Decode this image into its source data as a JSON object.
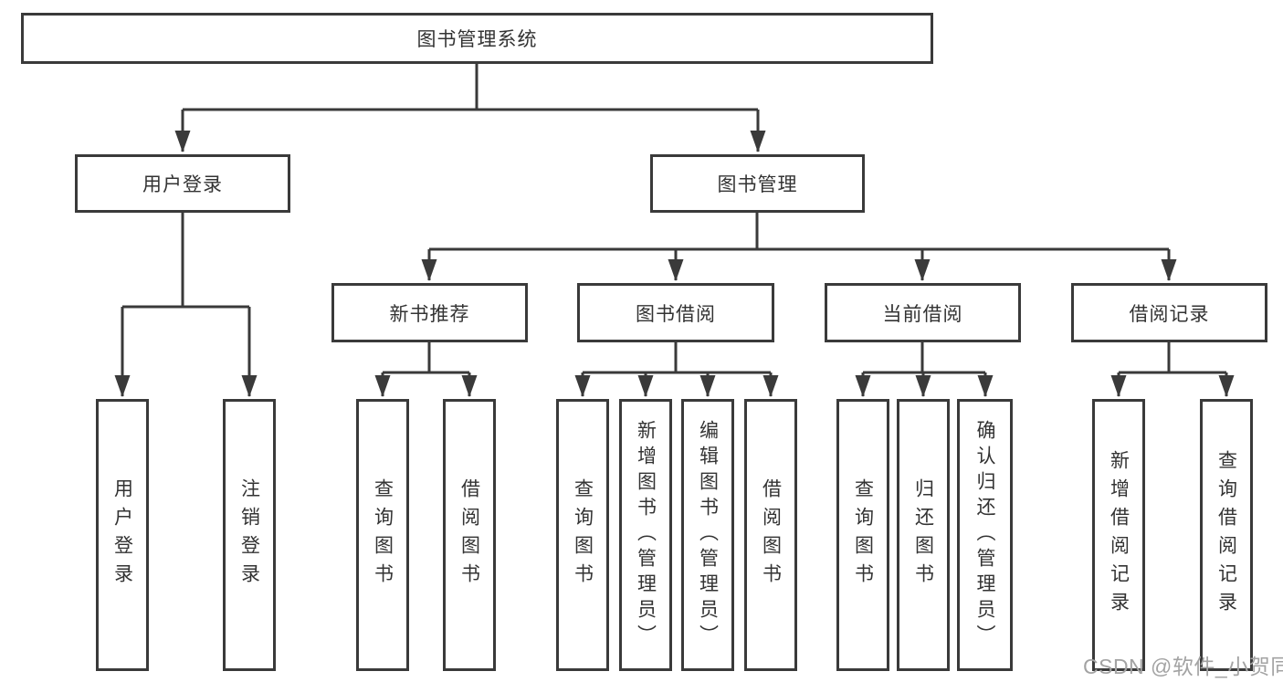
{
  "diagram": {
    "type": "function-structure-tree",
    "tree": {
      "label": "图书管理系统",
      "children": [
        {
          "label": "用户登录",
          "children": [
            {
              "label": "用户登录"
            },
            {
              "label": "注销登录"
            }
          ]
        },
        {
          "label": "图书管理",
          "children": [
            {
              "label": "新书推荐",
              "children": [
                {
                  "label": "查询图书"
                },
                {
                  "label": "借阅图书"
                }
              ]
            },
            {
              "label": "图书借阅",
              "children": [
                {
                  "label": "查询图书"
                },
                {
                  "label": "新增图书（管理员）"
                },
                {
                  "label": "编辑图书（管理员）"
                },
                {
                  "label": "借阅图书"
                }
              ]
            },
            {
              "label": "当前借阅",
              "children": [
                {
                  "label": "查询图书"
                },
                {
                  "label": "归还图书"
                },
                {
                  "label": "确认归还（管理员）"
                }
              ]
            },
            {
              "label": "借阅记录",
              "children": [
                {
                  "label": "新增借阅记录"
                },
                {
                  "label": "查询借阅记录"
                }
              ]
            }
          ]
        }
      ]
    },
    "colors": {
      "line": "#3a3a3a",
      "box_border": "#3a3a3a",
      "box_fill": "#ffffff",
      "text": "#333333",
      "watermark": "#a3a3a3"
    }
  },
  "watermark": {
    "text": "CSDN @软件_小贺同学"
  }
}
